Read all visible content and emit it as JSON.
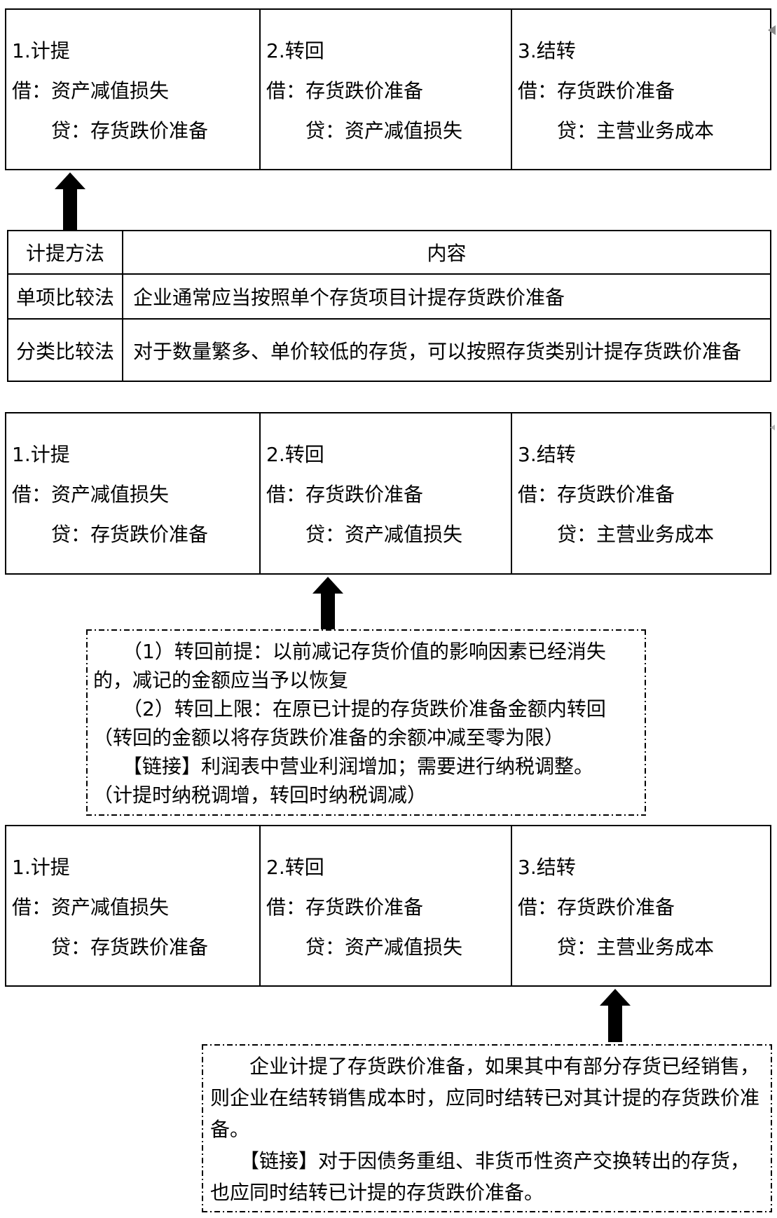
{
  "page": {
    "background": "#ffffff",
    "line_color": "#000000",
    "text_color": "#000000",
    "marker_color": "#8a8a8a"
  },
  "icons": {
    "up_arrow_glyph": "▲",
    "edge_marker_glyph": "◀"
  },
  "journal_table": {
    "columns": [
      {
        "title": "1.计提",
        "debit": "借：资产减值损失",
        "credit": "　　贷：存货跌价准备"
      },
      {
        "title": "2.转回",
        "debit": "借：存货跌价准备",
        "credit": "　　贷：资产减值损失"
      },
      {
        "title": "3.结转",
        "debit": "借：存货跌价准备",
        "credit": "　　贷：主营业务成本"
      }
    ]
  },
  "method_table": {
    "headers": [
      "计提方法",
      "内容"
    ],
    "rows": [
      {
        "method": "单项比较法",
        "content": "企业通常应当按照单个存货项目计提存货跌价准备"
      },
      {
        "method": "分类比较法",
        "content": "对于数量繁多、单价较低的存货，可以按照存货类别计提存货跌价准备"
      }
    ]
  },
  "reversal_note": {
    "lines": [
      "　　（1）转回前提：以前减记存货价值的影响因素已经消失",
      "的，减记的金额应当予以恢复",
      "　　（2）转回上限：在原已计提的存货跌价准备金额内转回",
      "（转回的金额以将存货跌价准备的余额冲减至零为限）",
      "　　【链接】利润表中营业利润增加；需要进行纳税调整。",
      "（计提时纳税调增，转回时纳税调减）"
    ]
  },
  "carryover_note": {
    "lines": [
      "　　企业计提了存货跌价准备，如果其中有部分存货已经销售，",
      "则企业在结转销售成本时，应同时结转已对其计提的存货跌价准",
      "备。",
      "　　【链接】对于因债务重组、非货币性资产交换转出的存货，",
      "也应同时结转已计提的存货跌价准备。"
    ]
  }
}
